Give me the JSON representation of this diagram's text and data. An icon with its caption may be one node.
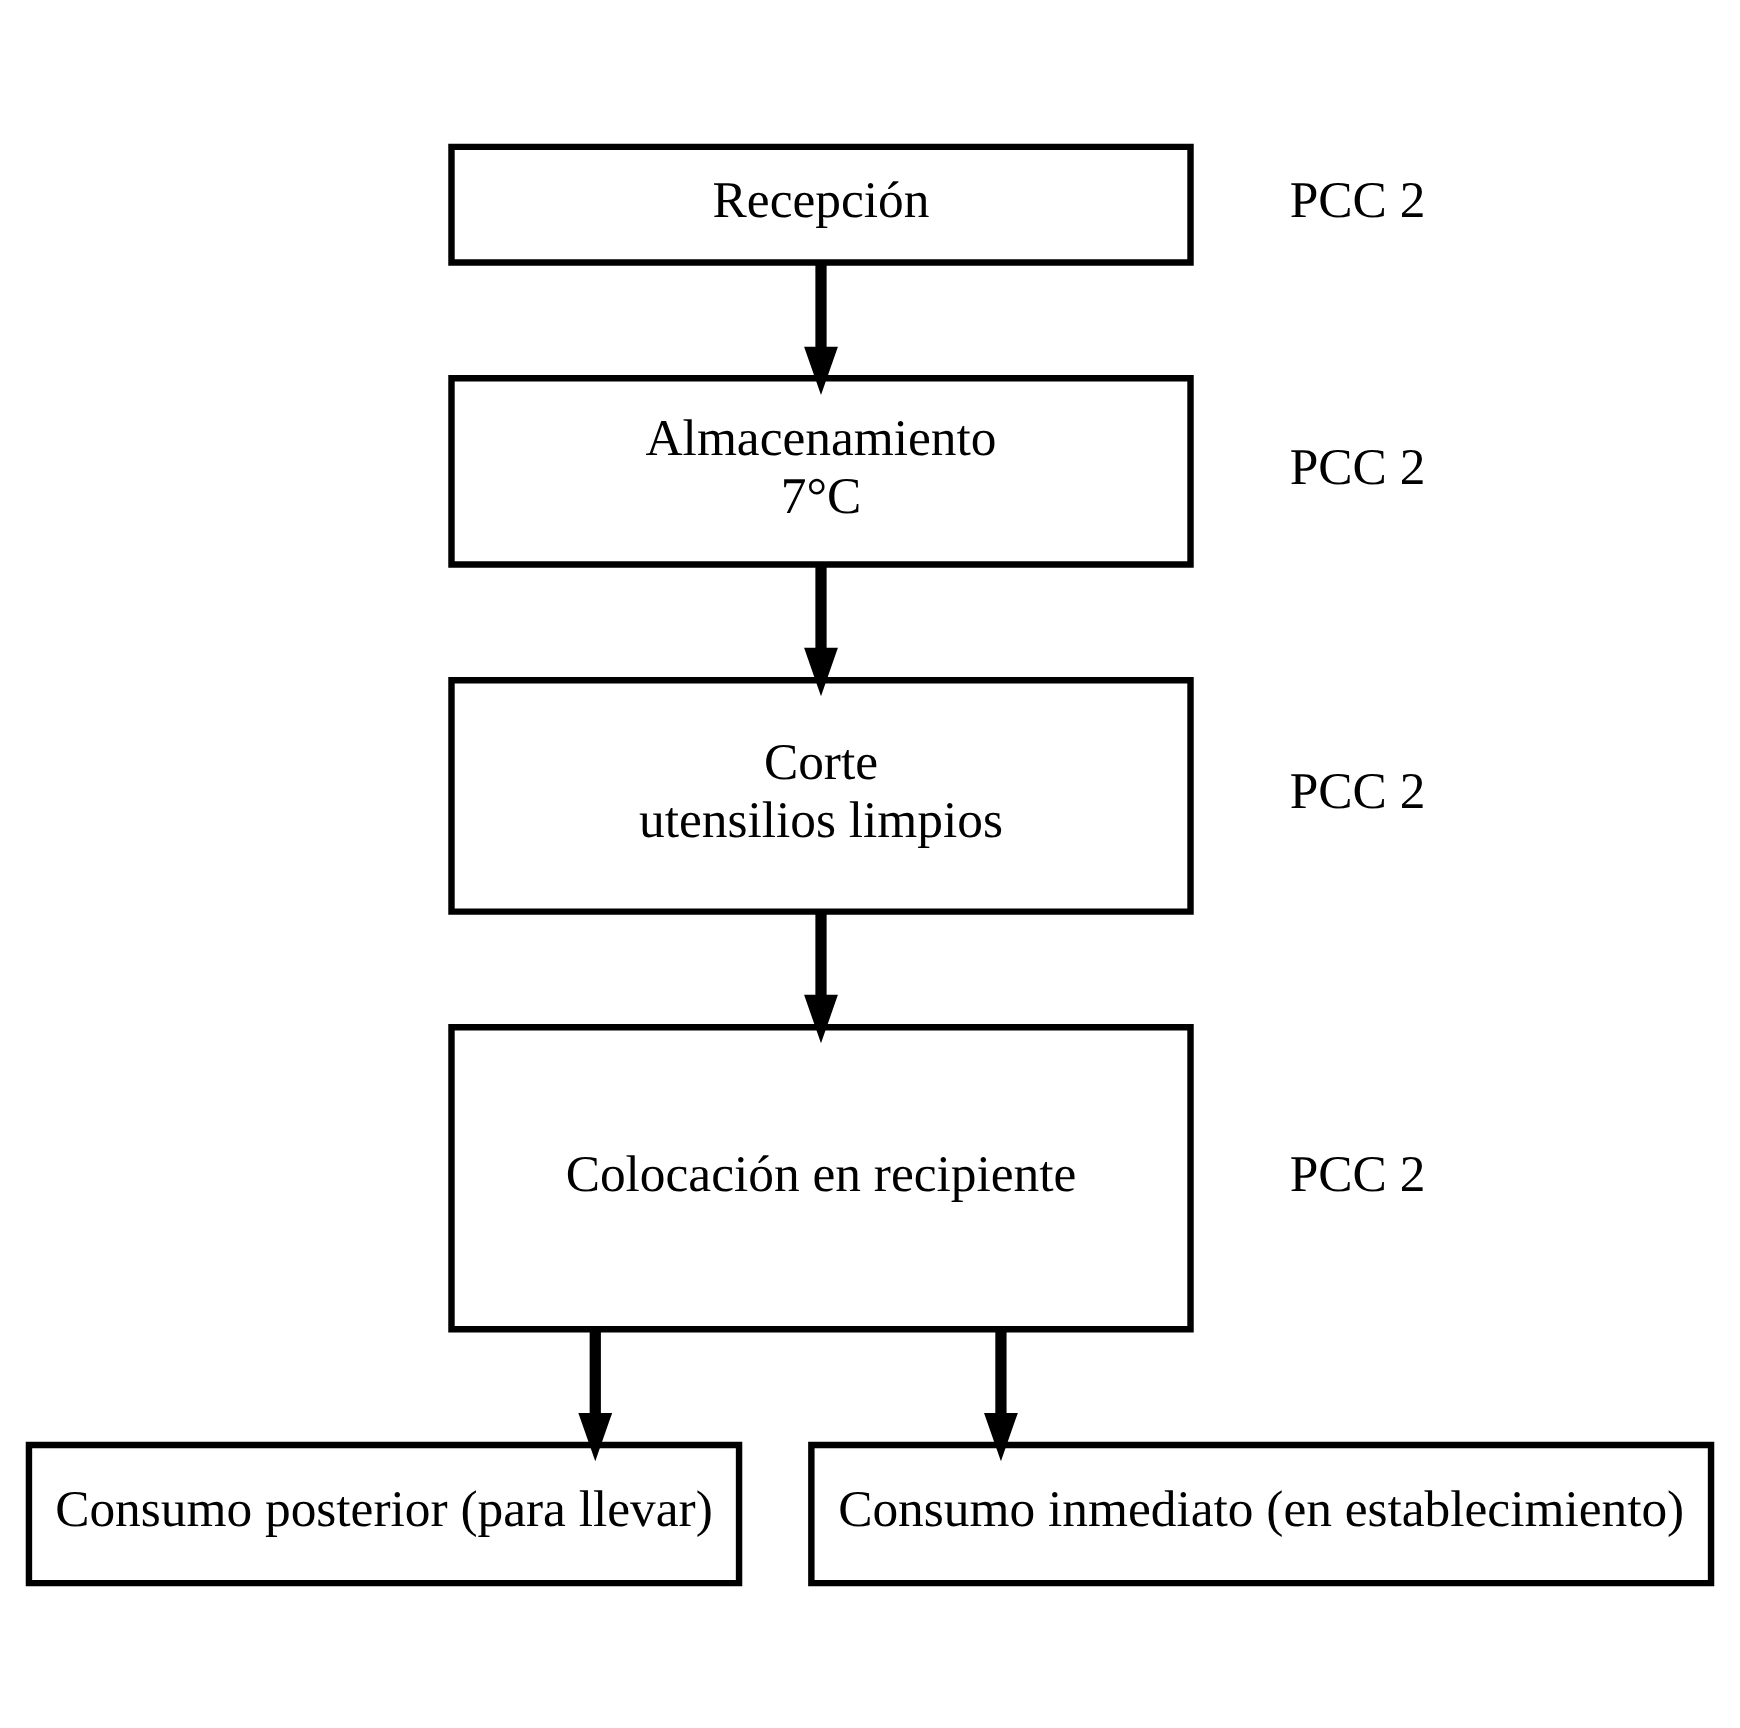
{
  "diagram": {
    "nodes": [
      {
        "text": [
          "Recepción"
        ],
        "beside": [
          "PCC 2"
        ]
      },
      {
        "text": [
          "Almacenamiento",
          "7°C"
        ],
        "beside": [
          "PCC 2"
        ]
      },
      {
        "text": [
          "Corte",
          "utensilios limpios"
        ],
        "beside": [
          "PCC 2"
        ]
      },
      {
        "text": [
          "Colocación en recipiente"
        ],
        "beside": [
          "PCC 2"
        ]
      },
      {
        "text": [
          "Consumo posterior (para llevar)"
        ]
      },
      {
        "text": [
          "Consumo inmediato (en establecimiento)"
        ]
      }
    ],
    "edges": [
      {
        "from": 0,
        "to": 1,
        "arrow": "to"
      },
      {
        "from": 1,
        "to": 2,
        "arrow": "to"
      },
      {
        "from": 2,
        "to": 3,
        "arrow": "to"
      },
      {
        "from": 3,
        "to": 4,
        "arrow": "to"
      },
      {
        "from": 3,
        "to": 5,
        "arrow": "to"
      }
    ]
  }
}
